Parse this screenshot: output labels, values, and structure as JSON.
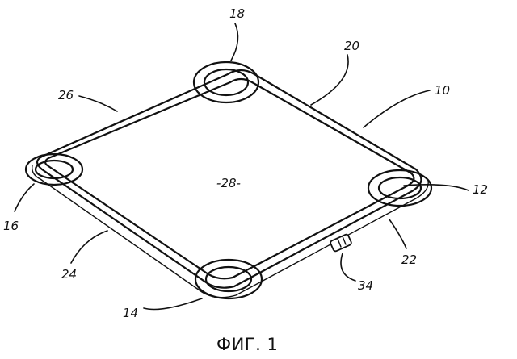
{
  "figure": {
    "center_label": "-28-",
    "caption": "ФИГ. 1",
    "reference_numerals": {
      "r10": "10",
      "r12": "12",
      "r14": "14",
      "r16": "16",
      "r18": "18",
      "r20": "20",
      "r22": "22",
      "r24": "24",
      "r26": "26",
      "r34": "34"
    }
  }
}
